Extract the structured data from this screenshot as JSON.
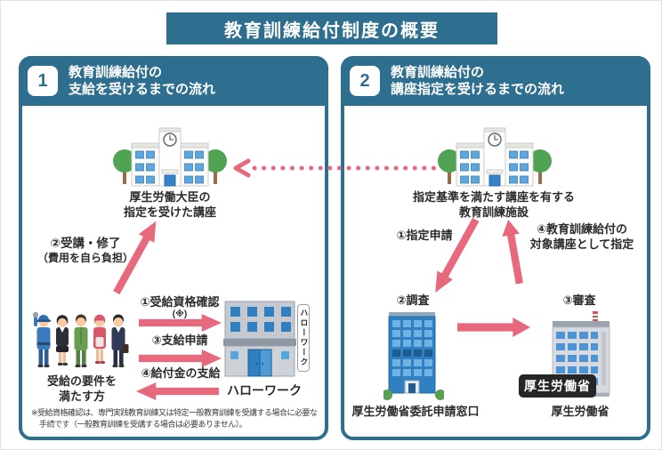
{
  "colors": {
    "accent_teal": "#2E6E8E",
    "accent_pink": "#E8697D"
  },
  "title": "教育訓練給付制度の概要",
  "panel1": {
    "number": "1",
    "title": [
      "教育訓練給付の",
      "支給を受けるまでの流れ"
    ],
    "school_label": [
      "厚生労働大臣の",
      "指定を受けた講座"
    ],
    "step2": [
      "②受講・修了",
      "（費用を自ら負担）"
    ],
    "step1_label": "①受給資格確認",
    "step1_note": "(※)",
    "step3_label": "③支給申請",
    "step4_label": "④給付金の支給",
    "people_label": [
      "受給の要件を",
      "満たす方"
    ],
    "hellowork_sign": "ハローワーク",
    "hellowork_label": "ハローワーク",
    "note": [
      "※受給資格確認は、専門実践教育訓練又は特定一般教育訓練を受講する場合に必要な",
      "手続です（一般教育訓練を受講する場合は必要ありません）。"
    ]
  },
  "panel2": {
    "number": "2",
    "title": [
      "教育訓練給付の",
      "講座指定を受けるまでの流れ"
    ],
    "school_label": [
      "指定基準を満たす講座を有する",
      "教育訓練施設"
    ],
    "step1_label": "①指定申請",
    "step4_label": [
      "④教育訓練給付の",
      "対象講座として指定"
    ],
    "step2_label": "②調査",
    "step3_label": "③審査",
    "window_label": "厚生労働省委託申請窓口",
    "mhlw_sign": "厚生労働省",
    "mhlw_label": "厚生労働省"
  },
  "icons": {
    "school": "school-building-icon",
    "people": "people-group-icon",
    "hellowork": "hellowork-building-icon",
    "office": "office-building-icon",
    "mhlw": "government-building-icon"
  }
}
